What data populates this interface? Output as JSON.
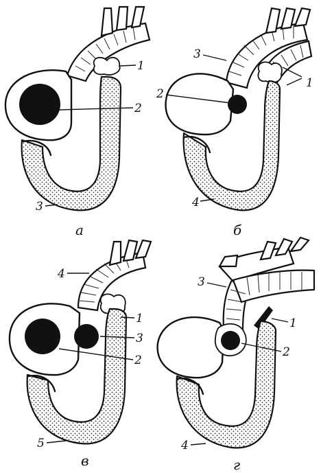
{
  "panels": [
    {
      "id": "a",
      "caption": "а",
      "labels": [
        "1",
        "2",
        "3"
      ]
    },
    {
      "id": "b",
      "caption": "б",
      "labels": [
        "3",
        "1",
        "2",
        "4"
      ]
    },
    {
      "id": "v",
      "caption": "в",
      "labels": [
        "4",
        "1",
        "3",
        "2",
        "5"
      ]
    },
    {
      "id": "g",
      "caption": "г",
      "labels": [
        "3",
        "1",
        "2",
        "4"
      ]
    }
  ],
  "colors": {
    "ink": "#111111",
    "paper": "#ffffff"
  }
}
